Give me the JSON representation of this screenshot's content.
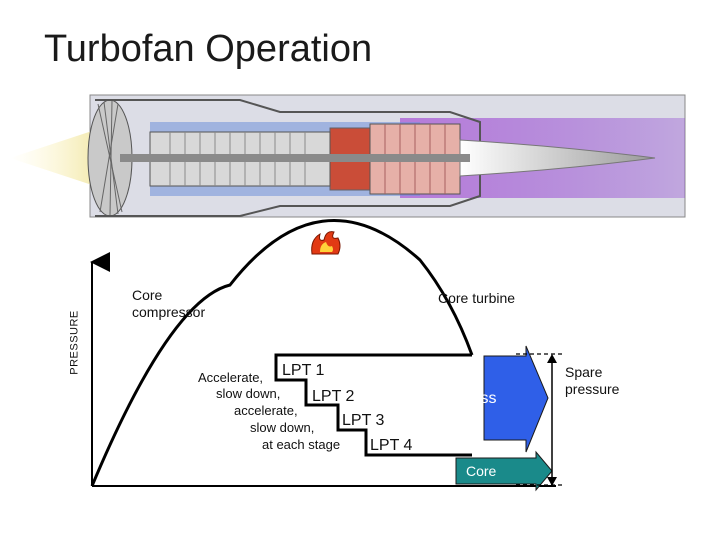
{
  "title": "Turbofan Operation",
  "axis": {
    "ylabel": "PRESSURE"
  },
  "labels": {
    "core_compressor": "Core\ncompressor",
    "core_turbine": "Core turbine",
    "lpt_text": [
      "Accelerate,",
      "slow down,",
      "accelerate,",
      "slow down,",
      "at each stage"
    ],
    "lpt": [
      "LPT 1",
      "LPT 2",
      "LPT 3",
      "LPT 4"
    ],
    "bypass": "Bypass",
    "core": "Core",
    "spare_pressure": "Spare\npressure"
  },
  "colors": {
    "bypass_arrow": "#2f5fe8",
    "core_arrow": "#1a8a8a",
    "combustion": "#d23c1c",
    "background_panel": "#dcdde6"
  },
  "icons": [
    "flame-icon"
  ]
}
